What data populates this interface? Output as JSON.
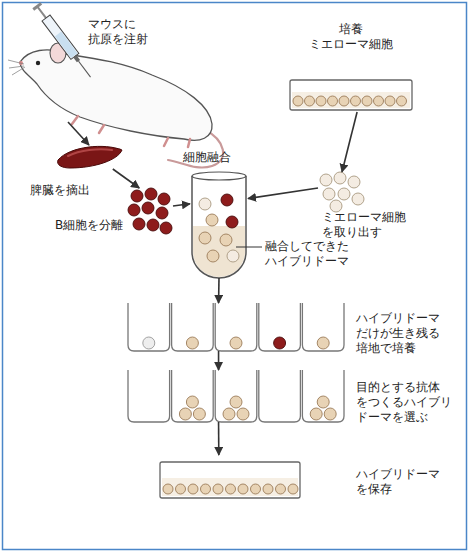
{
  "diagram": {
    "nodes": [
      {
        "text": [
          "マウスに 抗原を注射"
        ]
      },
      {
        "text": [
          "培養 ミエローマ細胞"
        ]
      },
      {
        "text": [
          "脾臓を摘出"
        ]
      },
      {
        "text": [
          "B細胞を分離"
        ]
      },
      {
        "text": [
          "ミエローマ細胞 を取り出す"
        ]
      },
      {
        "text": [
          "細胞融合",
          "融合してできた ハイブリドーマ"
        ]
      },
      {
        "text": [
          "ハイブリドーマ だけが生き残る 培地で培養"
        ]
      },
      {
        "text": [
          "目的とする抗体 をつくるハイブリ ドーマを選ぶ"
        ]
      },
      {
        "text": [
          "ハイブリドーマ を保存"
        ]
      }
    ],
    "edges": [
      {
        "from": 0,
        "to": 2,
        "arrow": "to"
      },
      {
        "from": 2,
        "to": 3,
        "arrow": "to"
      },
      {
        "from": 3,
        "to": 5,
        "arrow": "to"
      },
      {
        "from": 1,
        "to": 4,
        "arrow": "to"
      },
      {
        "from": 4,
        "to": 5,
        "arrow": "to"
      },
      {
        "from": 5,
        "to": 6,
        "arrow": "to"
      },
      {
        "from": 6,
        "to": 7,
        "arrow": "to"
      },
      {
        "from": 7,
        "to": 8,
        "arrow": "to"
      }
    ]
  }
}
